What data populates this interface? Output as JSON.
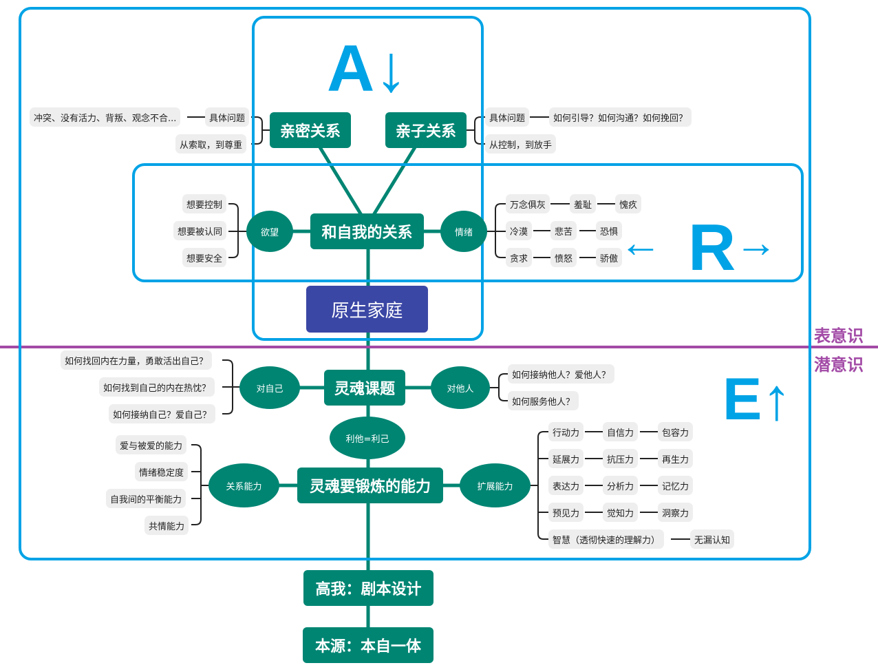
{
  "colors": {
    "frame": "#00a3e6",
    "node": "#008573",
    "origin": "#3b47a5",
    "divider": "#a24aa6",
    "leaf": "#eeeeee"
  },
  "markers": {
    "a": "A↓",
    "r_left": "←",
    "r": "R",
    "r_right": "→",
    "e": "E↑"
  },
  "layers": {
    "conscious": "表意识",
    "subconscious": "潜意识"
  },
  "top": {
    "intimate": {
      "label": "亲密关系",
      "specific": "具体问题",
      "specific_detail": "冲突、没有活力、背叛、观念不合...",
      "shift": "从索取，到尊重"
    },
    "parenting": {
      "label": "亲子关系",
      "specific": "具体问题",
      "specific_detail": "如何引导？如何沟通？如何挽回？",
      "shift": "从控制，到放手"
    }
  },
  "self_relation": {
    "label": "和自我的关系",
    "desire": {
      "label": "欲望",
      "items": [
        "想要控制",
        "想要被认同",
        "想要安全"
      ]
    },
    "emotion": {
      "label": "情绪",
      "rows": [
        [
          "万念俱灰",
          "羞耻",
          "愧疚"
        ],
        [
          "冷漠",
          "悲苦",
          "恐惧"
        ],
        [
          "贪求",
          "愤怒",
          "骄傲"
        ]
      ]
    }
  },
  "origin_family": "原生家庭",
  "soul_topic": {
    "label": "灵魂课题",
    "self": {
      "label": "对自己",
      "items": [
        "如何找回内在力量，勇敢活出自己？",
        "如何找到自己的内在热忱？",
        "如何接纳自己？爱自己？"
      ]
    },
    "others": {
      "label": "对他人",
      "items": [
        "如何接纳他人？爱他人？",
        "如何服务他人？"
      ]
    }
  },
  "altruism": "利他=利己",
  "abilities": {
    "label": "灵魂要锻炼的能力",
    "relation": {
      "label": "关系能力",
      "items": [
        "爱与被爱的能力",
        "情绪稳定度",
        "自我间的平衡能力",
        "共情能力"
      ]
    },
    "expand": {
      "label": "扩展能力",
      "rows": [
        [
          "行动力",
          "自信力",
          "包容力"
        ],
        [
          "延展力",
          "抗压力",
          "再生力"
        ],
        [
          "表达力",
          "分析力",
          "记忆力"
        ],
        [
          "预见力",
          "觉知力",
          "洞察力"
        ],
        [
          "智慧（透彻快速的理解力）",
          "无漏认知"
        ]
      ]
    }
  },
  "higher_self": "高我：剧本设计",
  "source": "本源：本自一体"
}
